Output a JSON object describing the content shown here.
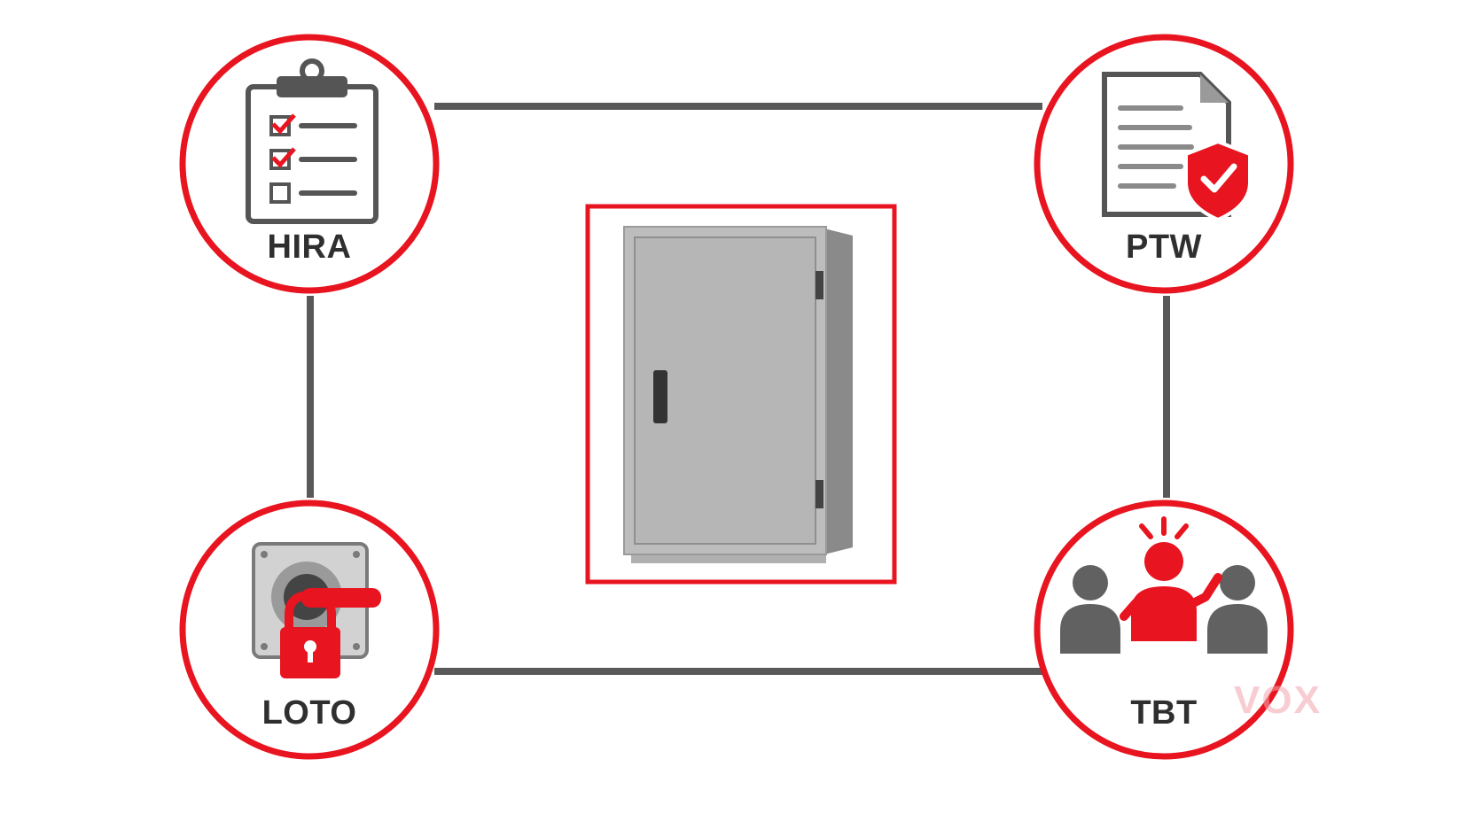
{
  "nodes": {
    "hira": {
      "label": "HIRA",
      "icon": "checklist-clipboard-icon"
    },
    "ptw": {
      "label": "PTW",
      "icon": "permit-document-shield-icon"
    },
    "loto": {
      "label": "LOTO",
      "icon": "isolation-switch-padlock-icon"
    },
    "tbt": {
      "label": "TBT",
      "icon": "team-talk-people-icon"
    }
  },
  "center": {
    "icon": "electrical-panel-cabinet-icon"
  },
  "watermark": "VOX",
  "colors": {
    "accent": "#e8141f",
    "dark": "#555555",
    "panel": "#b9b9b9",
    "line": "#595959"
  }
}
